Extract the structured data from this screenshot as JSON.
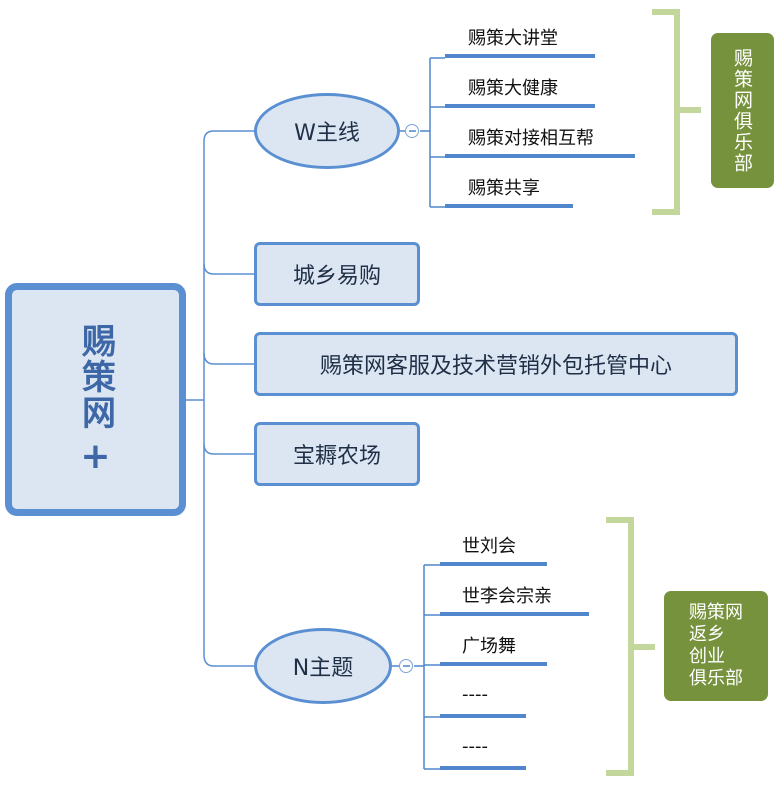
{
  "root": {
    "label": "赐策网",
    "plus": "+"
  },
  "branches": {
    "w_main": {
      "label": "W主线"
    },
    "city": {
      "label": "城乡易购"
    },
    "service": {
      "label": "赐策网客服及技术营销外包托管中心"
    },
    "farm": {
      "label": "宝耨农场"
    },
    "n_main": {
      "label": "N主题"
    }
  },
  "w_leaves": [
    "赐策大讲堂",
    "赐策大健康",
    "赐策对接相互帮",
    "赐策共享"
  ],
  "n_leaves": [
    "世刘会",
    "世李会宗亲",
    "广场舞",
    "----",
    "----"
  ],
  "groups": {
    "club": {
      "label": "赐策网俱乐部"
    },
    "hometown": {
      "lines": [
        "赐策网",
        "返乡",
        "创业",
        "俱乐部"
      ]
    }
  },
  "colors": {
    "node_fill": "#dce6f3",
    "node_border": "#5a8fd1",
    "connector": "#4f86cc",
    "bracket": "#c3d69b",
    "group_fill": "#76923c"
  }
}
